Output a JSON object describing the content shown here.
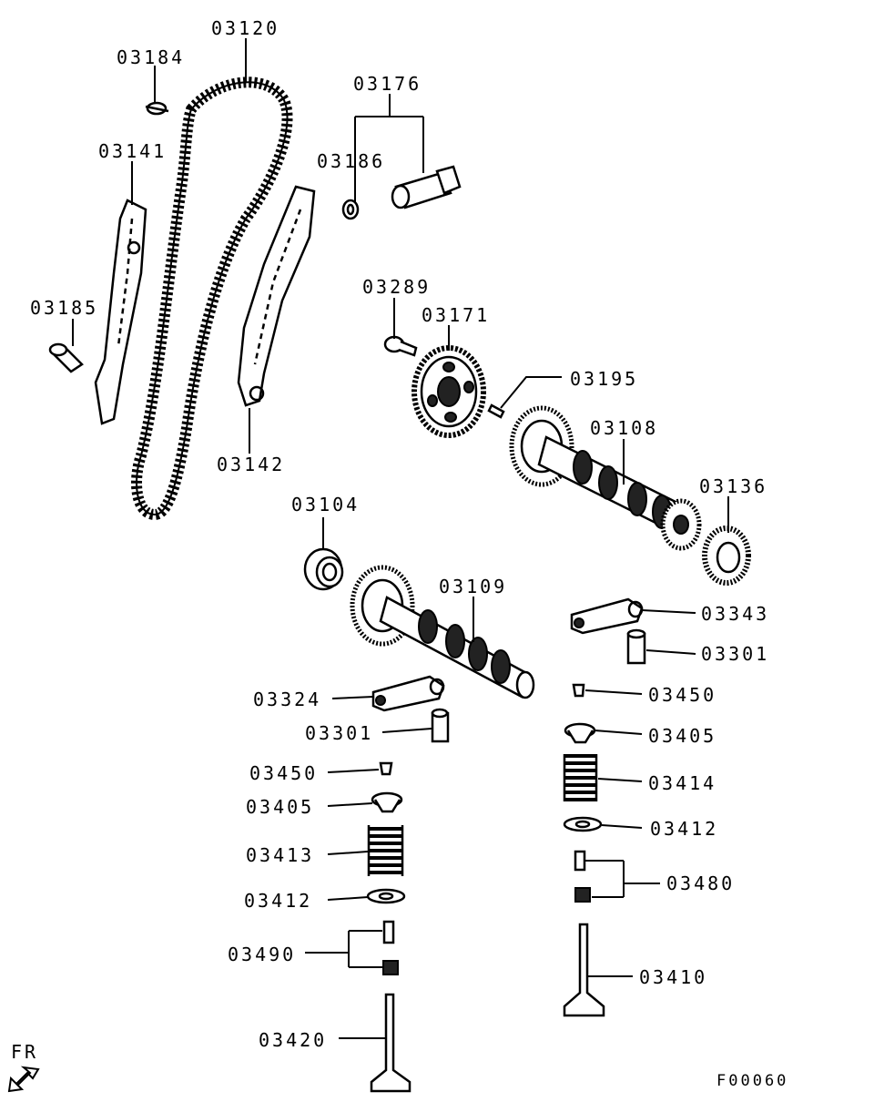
{
  "diagram": {
    "labels": {
      "p03120": "03120",
      "p03184": "03184",
      "p03176": "03176",
      "p03141": "03141",
      "p03186": "03186",
      "p03185": "03185",
      "p03289": "03289",
      "p03171": "03171",
      "p03195": "03195",
      "p03108": "03108",
      "p03142": "03142",
      "p03136": "03136",
      "p03104": "03104",
      "p03109": "03109",
      "p03343": "03343",
      "p03301_r": "03301",
      "p03324": "03324",
      "p03450_r": "03450",
      "p03301_l": "03301",
      "p03405_r": "03405",
      "p03450_l": "03450",
      "p03414": "03414",
      "p03405_l": "03405",
      "p03412_r": "03412",
      "p03413": "03413",
      "p03480": "03480",
      "p03412_l": "03412",
      "p03490": "03490",
      "p03410": "03410",
      "p03420": "03420"
    },
    "direction_label": "FR",
    "figure_code": "F00060"
  }
}
